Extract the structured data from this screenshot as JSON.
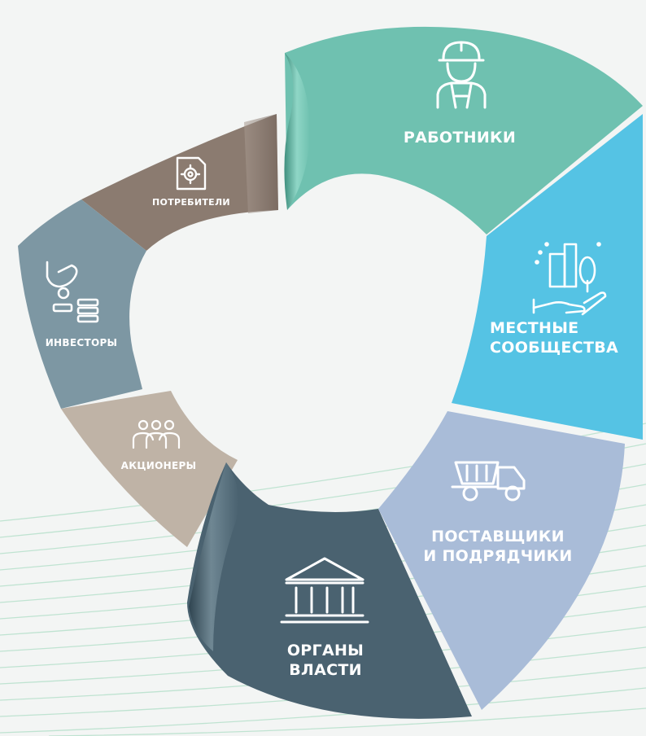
{
  "segments": {
    "workers": {
      "label": "РАБОТНИКИ",
      "color": "#6fc1b0",
      "icon": "worker-hardhat-icon"
    },
    "community": {
      "line1": "МЕСТНЫЕ",
      "line2": "СООБЩЕСТВА",
      "color": "#55c3e4",
      "icon": "city-hand-icon"
    },
    "suppliers": {
      "line1": "ПОСТАВЩИКИ",
      "line2": "И ПОДРЯДЧИКИ",
      "color": "#a9bcd8",
      "icon": "dump-truck-icon"
    },
    "authorities": {
      "line1": "ОРГАНЫ",
      "line2": "ВЛАСТИ",
      "color": "#4a6270",
      "icon": "government-building-icon"
    },
    "shareholders": {
      "label": "АКЦИОНЕРЫ",
      "color": "#bfb3a6",
      "icon": "people-group-icon"
    },
    "investors": {
      "label": "ИНВЕСТОРЫ",
      "color": "#7d97a3",
      "icon": "investor-coins-icon"
    },
    "consumers": {
      "label": "ПОТРЕБИТЕЛИ",
      "color": "#8b7b70",
      "icon": "document-gear-icon"
    }
  },
  "background": {
    "color": "#f3f5f4",
    "stripe_color": "#b9e0cc"
  }
}
